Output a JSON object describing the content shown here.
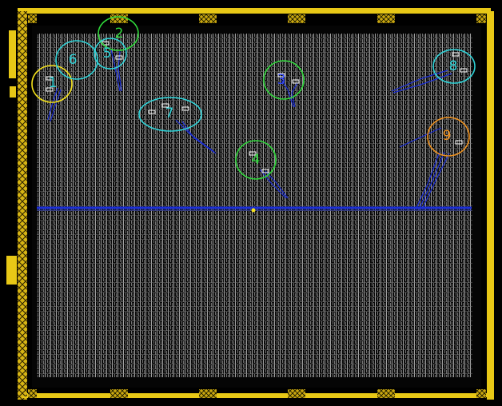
{
  "colors": {
    "background": "#000000",
    "pad_ring": "#f2d21a",
    "core_fill": "#0a0a0a",
    "cell_stripes": "#bdbdbd",
    "routing_blue": "#1a2dd6",
    "marker_yellow": "#f5e21a",
    "marker_cyan": "#2fd3d8",
    "marker_green": "#2fd83a",
    "marker_orange": "#f0921e",
    "label_cyan": "#26c9cf",
    "label_blue": "#2f46ff"
  },
  "markers": [
    {
      "id": "marker-1",
      "label": "1",
      "ring_color": "#f5e21a",
      "label_color": "#2fd3d8"
    },
    {
      "id": "marker-2",
      "label": "2",
      "ring_color": "#2fd83a",
      "label_color": "#2fd83a"
    },
    {
      "id": "marker-3",
      "label": "3",
      "ring_color": "#2fd83a",
      "label_color": "#2f46ff"
    },
    {
      "id": "marker-4",
      "label": "4",
      "ring_color": "#2fd83a",
      "label_color": "#2fd83a"
    },
    {
      "id": "marker-5",
      "label": "5",
      "ring_color": "#2fd3d8",
      "label_color": "#2fd3d8"
    },
    {
      "id": "marker-6",
      "label": "6",
      "ring_color": "#2fd3d8",
      "label_color": "#2fd3d8"
    },
    {
      "id": "marker-7",
      "label": "7",
      "ring_color": "#2fd3d8",
      "label_color": "#2fd3d8"
    },
    {
      "id": "marker-8",
      "label": "8",
      "ring_color": "#2fd3d8",
      "label_color": "#2fd3d8"
    },
    {
      "id": "marker-9",
      "label": "9",
      "ring_color": "#f0921e",
      "label_color": "#f0921e"
    }
  ]
}
